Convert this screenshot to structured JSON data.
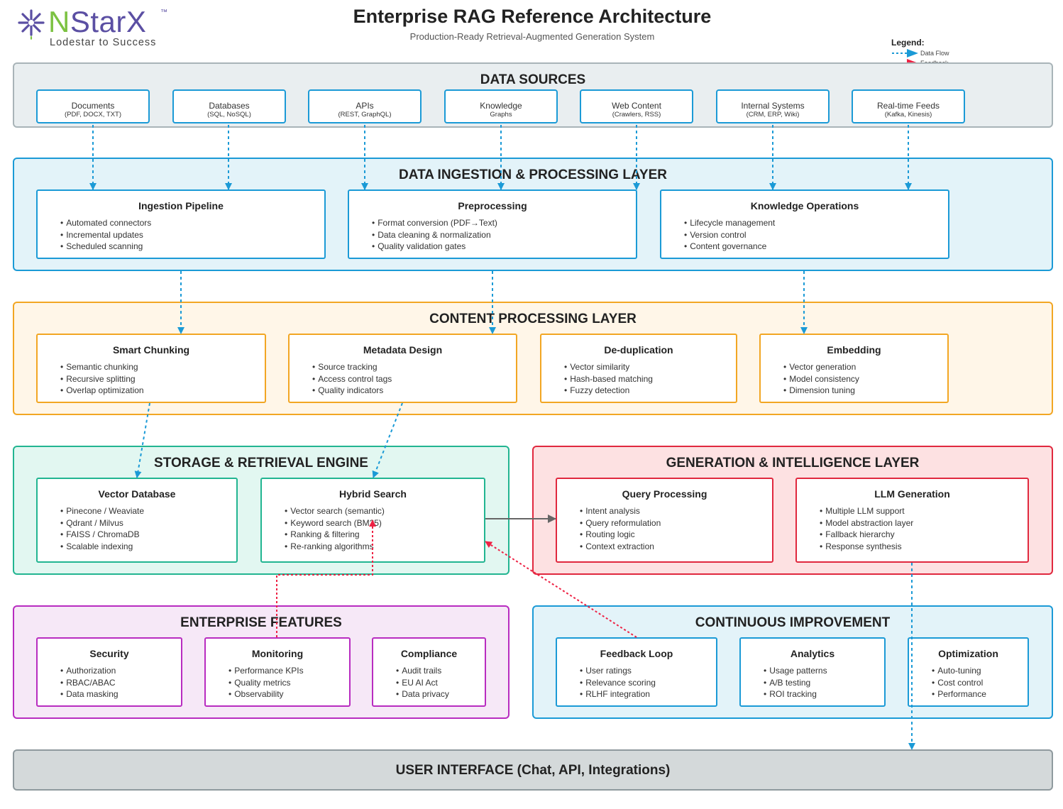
{
  "header": {
    "title": "Enterprise RAG Reference Architecture",
    "subtitle": "Production-Ready Retrieval-Augmented Generation System"
  },
  "logo": {
    "first_letter": "N",
    "rest": "StarX",
    "trademark": "™",
    "tagline": "Lodestar to Success",
    "icon": "star-burst-icon"
  },
  "legend": {
    "title": "Legend:",
    "items": [
      {
        "label": "Data Flow",
        "color": "#1b9ad6"
      },
      {
        "label": "Feedback",
        "color": "#ee2244"
      }
    ]
  },
  "colors": {
    "data_flow": "#1b9ad6",
    "feedback": "#ee2244",
    "connector": "#666666"
  },
  "data_sources": {
    "title": "DATA SOURCES",
    "items": [
      {
        "name": "Documents",
        "sub": "(PDF, DOCX, TXT)"
      },
      {
        "name": "Databases",
        "sub": "(SQL, NoSQL)"
      },
      {
        "name": "APIs",
        "sub": "(REST, GraphQL)"
      },
      {
        "name": "Knowledge",
        "sub": "Graphs"
      },
      {
        "name": "Web Content",
        "sub": "(Crawlers, RSS)"
      },
      {
        "name": "Internal Systems",
        "sub": "(CRM, ERP, Wiki)"
      },
      {
        "name": "Real-time Feeds",
        "sub": "(Kafka, Kinesis)"
      }
    ]
  },
  "ingestion": {
    "title": "DATA INGESTION & PROCESSING LAYER",
    "components": [
      {
        "title": "Ingestion Pipeline",
        "items": [
          "Automated connectors",
          "Incremental updates",
          "Scheduled scanning"
        ]
      },
      {
        "title": "Preprocessing",
        "items": [
          "Format conversion (PDF→Text)",
          "Data cleaning & normalization",
          "Quality validation gates"
        ]
      },
      {
        "title": "Knowledge Operations",
        "items": [
          "Lifecycle management",
          "Version control",
          "Content governance"
        ]
      }
    ]
  },
  "content_processing": {
    "title": "CONTENT PROCESSING LAYER",
    "components": [
      {
        "title": "Smart Chunking",
        "items": [
          "Semantic chunking",
          "Recursive splitting",
          "Overlap optimization"
        ]
      },
      {
        "title": "Metadata Design",
        "items": [
          "Source tracking",
          "Access control tags",
          "Quality indicators"
        ]
      },
      {
        "title": "De-duplication",
        "items": [
          "Vector similarity",
          "Hash-based matching",
          "Fuzzy detection"
        ]
      },
      {
        "title": "Embedding",
        "items": [
          "Vector generation",
          "Model consistency",
          "Dimension tuning"
        ]
      }
    ]
  },
  "storage": {
    "title": "STORAGE & RETRIEVAL ENGINE",
    "components": [
      {
        "title": "Vector Database",
        "items": [
          "Pinecone / Weaviate",
          "Qdrant / Milvus",
          "FAISS / ChromaDB",
          "Scalable indexing"
        ]
      },
      {
        "title": "Hybrid Search",
        "items": [
          "Vector search (semantic)",
          "Keyword search (BM25)",
          "Ranking & filtering",
          "Re-ranking algorithms"
        ]
      }
    ]
  },
  "generation": {
    "title": "GENERATION & INTELLIGENCE LAYER",
    "components": [
      {
        "title": "Query Processing",
        "items": [
          "Intent analysis",
          "Query reformulation",
          "Routing logic",
          "Context extraction"
        ]
      },
      {
        "title": "LLM Generation",
        "items": [
          "Multiple LLM support",
          "Model abstraction layer",
          "Fallback hierarchy",
          "Response synthesis"
        ]
      }
    ]
  },
  "enterprise": {
    "title": "ENTERPRISE FEATURES",
    "components": [
      {
        "title": "Security",
        "items": [
          "Authorization",
          "RBAC/ABAC",
          "Data masking"
        ]
      },
      {
        "title": "Monitoring",
        "items": [
          "Performance KPIs",
          "Quality metrics",
          "Observability"
        ]
      },
      {
        "title": "Compliance",
        "items": [
          "Audit trails",
          "EU AI Act",
          "Data privacy"
        ]
      }
    ]
  },
  "improvement": {
    "title": "CONTINUOUS IMPROVEMENT",
    "components": [
      {
        "title": "Feedback Loop",
        "items": [
          "User ratings",
          "Relevance scoring",
          "RLHF integration"
        ]
      },
      {
        "title": "Analytics",
        "items": [
          "Usage patterns",
          "A/B testing",
          "ROI tracking"
        ]
      },
      {
        "title": "Optimization",
        "items": [
          "Auto-tuning",
          "Cost control",
          "Performance"
        ]
      }
    ]
  },
  "user_interface": {
    "title": "USER INTERFACE (Chat, API, Integrations)"
  }
}
